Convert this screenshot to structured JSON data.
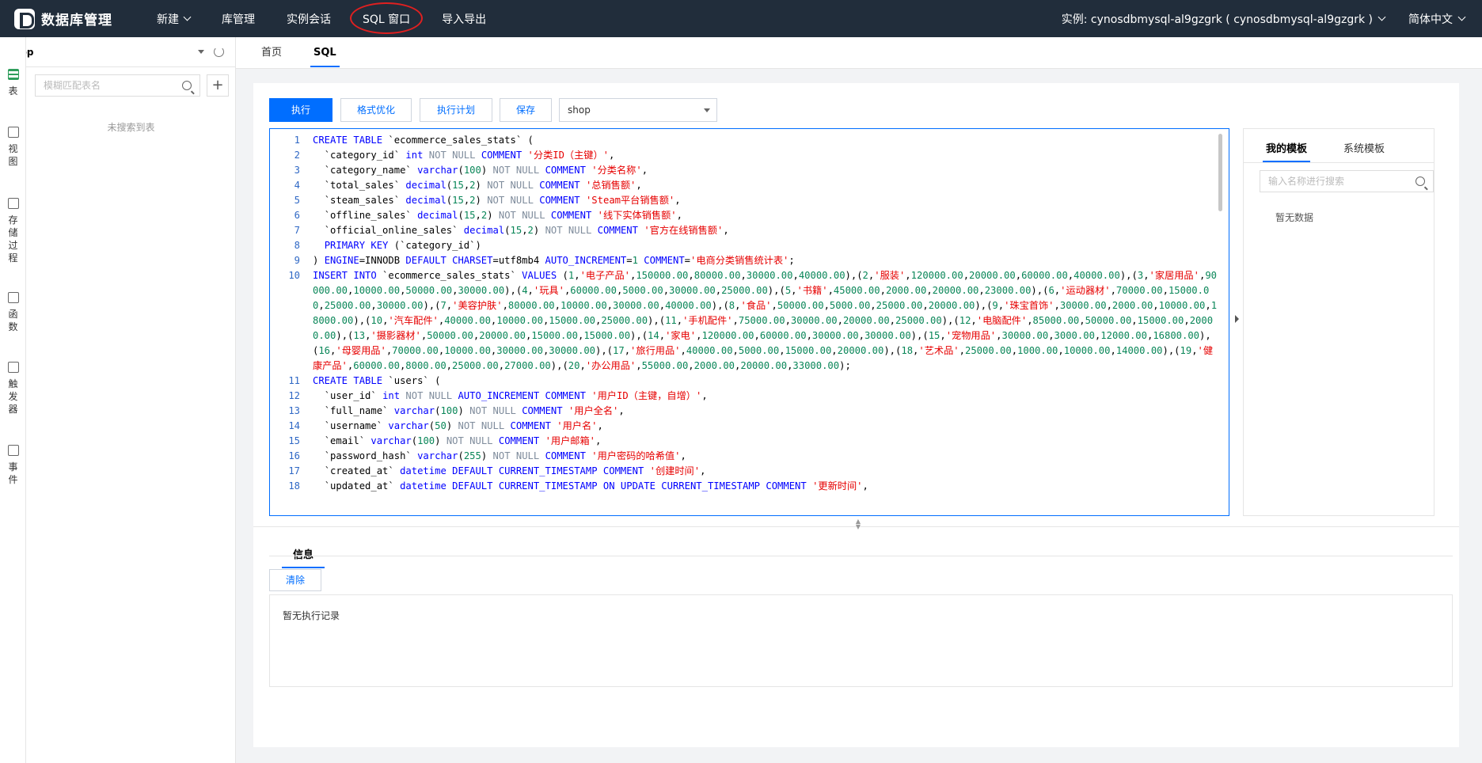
{
  "app": {
    "title": "数据库管理"
  },
  "nav": {
    "items": [
      {
        "label": "新建"
      },
      {
        "label": "库管理"
      },
      {
        "label": "实例会话"
      },
      {
        "label": "SQL 窗口"
      },
      {
        "label": "导入导出"
      }
    ],
    "instance_label": "实例: cynosdbmysql-al9gzgrk ( cynosdbmysql-al9gzgrk )",
    "language": "简体中文"
  },
  "rail": {
    "items": [
      {
        "label": [
          "表"
        ]
      },
      {
        "label": [
          "视",
          "图"
        ]
      },
      {
        "label": [
          "存",
          "储",
          "过",
          "程"
        ]
      },
      {
        "label": [
          "函",
          "数"
        ]
      },
      {
        "label": [
          "触",
          "发",
          "器"
        ]
      },
      {
        "label": [
          "事",
          "件"
        ]
      }
    ]
  },
  "db_panel": {
    "database": "shop",
    "search_placeholder": "模糊匹配表名",
    "add_label": "+",
    "empty_text": "未搜索到表"
  },
  "tabs": [
    {
      "label": "首页"
    },
    {
      "label": "SQL"
    }
  ],
  "toolbar": {
    "execute": "执行",
    "format": "格式优化",
    "plan": "执行计划",
    "save": "保存",
    "database": "shop"
  },
  "editor": {
    "lines": [
      {
        "n": "1",
        "html": "<span class='kw'>CREATE TABLE</span> `ecommerce_sales_stats` ("
      },
      {
        "n": "2",
        "html": "  `category_id` <span class='ty'>int</span> <span class='gr'>NOT NULL</span> <span class='kw'>COMMENT</span> <span class='st'>'分类ID（主键）'</span>,"
      },
      {
        "n": "3",
        "html": "  `category_name` <span class='ty'>varchar</span>(<span class='nm'>100</span>) <span class='gr'>NOT NULL</span> <span class='kw'>COMMENT</span> <span class='st'>'分类名称'</span>,"
      },
      {
        "n": "4",
        "html": "  `total_sales` <span class='ty'>decimal</span>(<span class='nm'>15</span>,<span class='nm'>2</span>) <span class='gr'>NOT NULL</span> <span class='kw'>COMMENT</span> <span class='st'>'总销售额'</span>,"
      },
      {
        "n": "5",
        "html": "  `steam_sales` <span class='ty'>decimal</span>(<span class='nm'>15</span>,<span class='nm'>2</span>) <span class='gr'>NOT NULL</span> <span class='kw'>COMMENT</span> <span class='st'>'Steam平台销售额'</span>,"
      },
      {
        "n": "6",
        "html": "  `offline_sales` <span class='ty'>decimal</span>(<span class='nm'>15</span>,<span class='nm'>2</span>) <span class='gr'>NOT NULL</span> <span class='kw'>COMMENT</span> <span class='st'>'线下实体销售额'</span>,"
      },
      {
        "n": "7",
        "html": "  `official_online_sales` <span class='ty'>decimal</span>(<span class='nm'>15</span>,<span class='nm'>2</span>) <span class='gr'>NOT NULL</span> <span class='kw'>COMMENT</span> <span class='st'>'官方在线销售额'</span>,"
      },
      {
        "n": "8",
        "html": "  <span class='kw'>PRIMARY KEY</span> (`category_id`)"
      },
      {
        "n": "9",
        "html": ") <span class='kw'>ENGINE</span>=INNODB <span class='kw'>DEFAULT CHARSET</span>=utf8mb4 <span class='kw'>AUTO_INCREMENT</span>=<span class='nm'>1</span> <span class='kw'>COMMENT</span>=<span class='st'>'电商分类销售统计表'</span>;"
      },
      {
        "n": "10",
        "html": "<span class='kw'>INSERT INTO</span> `ecommerce_sales_stats` <span class='kw'>VALUES</span> (<span class='nm'>1</span>,<span class='st'>'电子产品'</span>,<span class='nm'>150000.00</span>,<span class='nm'>80000.00</span>,<span class='nm'>30000.00</span>,<span class='nm'>40000.00</span>),(<span class='nm'>2</span>,<span class='st'>'服装'</span>,<span class='nm'>120000.00</span>,<span class='nm'>20000.00</span>,<span class='nm'>60000.00</span>,<span class='nm'>40000.00</span>),(<span class='nm'>3</span>,<span class='st'>'家居用品'</span>,<span class='nm'>90000.00</span>,<span class='nm'>10000.00</span>,<span class='nm'>50000.00</span>,<span class='nm'>30000.00</span>),(<span class='nm'>4</span>,<span class='st'>'玩具'</span>,<span class='nm'>60000.00</span>,<span class='nm'>5000.00</span>,<span class='nm'>30000.00</span>,<span class='nm'>25000.00</span>),(<span class='nm'>5</span>,<span class='st'>'书籍'</span>,<span class='nm'>45000.00</span>,<span class='nm'>2000.00</span>,<span class='nm'>20000.00</span>,<span class='nm'>23000.00</span>),(<span class='nm'>6</span>,<span class='st'>'运动器材'</span>,<span class='nm'>70000.00</span>,<span class='nm'>15000.00</span>,<span class='nm'>25000.00</span>,<span class='nm'>30000.00</span>),(<span class='nm'>7</span>,<span class='st'>'美容护肤'</span>,<span class='nm'>80000.00</span>,<span class='nm'>10000.00</span>,<span class='nm'>30000.00</span>,<span class='nm'>40000.00</span>),(<span class='nm'>8</span>,<span class='st'>'食品'</span>,<span class='nm'>50000.00</span>,<span class='nm'>5000.00</span>,<span class='nm'>25000.00</span>,<span class='nm'>20000.00</span>),(<span class='nm'>9</span>,<span class='st'>'珠宝首饰'</span>,<span class='nm'>30000.00</span>,<span class='nm'>2000.00</span>,<span class='nm'>10000.00</span>,<span class='nm'>18000.00</span>),(<span class='nm'>10</span>,<span class='st'>'汽车配件'</span>,<span class='nm'>40000.00</span>,<span class='nm'>10000.00</span>,<span class='nm'>15000.00</span>,<span class='nm'>25000.00</span>),(<span class='nm'>11</span>,<span class='st'>'手机配件'</span>,<span class='nm'>75000.00</span>,<span class='nm'>30000.00</span>,<span class='nm'>20000.00</span>,<span class='nm'>25000.00</span>),(<span class='nm'>12</span>,<span class='st'>'电脑配件'</span>,<span class='nm'>85000.00</span>,<span class='nm'>50000.00</span>,<span class='nm'>15000.00</span>,<span class='nm'>20000.00</span>),(<span class='nm'>13</span>,<span class='st'>'摄影器材'</span>,<span class='nm'>50000.00</span>,<span class='nm'>20000.00</span>,<span class='nm'>15000.00</span>,<span class='nm'>15000.00</span>),(<span class='nm'>14</span>,<span class='st'>'家电'</span>,<span class='nm'>120000.00</span>,<span class='nm'>60000.00</span>,<span class='nm'>30000.00</span>,<span class='nm'>30000.00</span>),(<span class='nm'>15</span>,<span class='st'>'宠物用品'</span>,<span class='nm'>30000.00</span>,<span class='nm'>3000.00</span>,<span class='nm'>12000.00</span>,<span class='nm'>16800.00</span>),(<span class='nm'>16</span>,<span class='st'>'母婴用品'</span>,<span class='nm'>70000.00</span>,<span class='nm'>10000.00</span>,<span class='nm'>30000.00</span>,<span class='nm'>30000.00</span>),(<span class='nm'>17</span>,<span class='st'>'旅行用品'</span>,<span class='nm'>40000.00</span>,<span class='nm'>5000.00</span>,<span class='nm'>15000.00</span>,<span class='nm'>20000.00</span>),(<span class='nm'>18</span>,<span class='st'>'艺术品'</span>,<span class='nm'>25000.00</span>,<span class='nm'>1000.00</span>,<span class='nm'>10000.00</span>,<span class='nm'>14000.00</span>),(<span class='nm'>19</span>,<span class='st'>'健康产品'</span>,<span class='nm'>60000.00</span>,<span class='nm'>8000.00</span>,<span class='nm'>25000.00</span>,<span class='nm'>27000.00</span>),(<span class='nm'>20</span>,<span class='st'>'办公用品'</span>,<span class='nm'>55000.00</span>,<span class='nm'>2000.00</span>,<span class='nm'>20000.00</span>,<span class='nm'>33000.00</span>);"
      },
      {
        "n": "11",
        "html": "<span class='kw'>CREATE TABLE</span> `users` ("
      },
      {
        "n": "12",
        "html": "  `user_id` <span class='ty'>int</span> <span class='gr'>NOT NULL</span> <span class='kw'>AUTO_INCREMENT</span> <span class='kw'>COMMENT</span> <span class='st'>'用户ID（主键，自增）'</span>,"
      },
      {
        "n": "13",
        "html": "  `full_name` <span class='ty'>varchar</span>(<span class='nm'>100</span>) <span class='gr'>NOT NULL</span> <span class='kw'>COMMENT</span> <span class='st'>'用户全名'</span>,"
      },
      {
        "n": "14",
        "html": "  `username` <span class='ty'>varchar</span>(<span class='nm'>50</span>) <span class='gr'>NOT NULL</span> <span class='kw'>COMMENT</span> <span class='st'>'用户名'</span>,"
      },
      {
        "n": "15",
        "html": "  `email` <span class='ty'>varchar</span>(<span class='nm'>100</span>) <span class='gr'>NOT NULL</span> <span class='kw'>COMMENT</span> <span class='st'>'用户邮箱'</span>,"
      },
      {
        "n": "16",
        "html": "  `password_hash` <span class='ty'>varchar</span>(<span class='nm'>255</span>) <span class='gr'>NOT NULL</span> <span class='kw'>COMMENT</span> <span class='st'>'用户密码的哈希值'</span>,"
      },
      {
        "n": "17",
        "html": "  `created_at` <span class='ty'>datetime</span> <span class='kw'>DEFAULT CURRENT_TIMESTAMP</span> <span class='kw'>COMMENT</span> <span class='st'>'创建时间'</span>,"
      },
      {
        "n": "18",
        "html": "  `updated_at` <span class='ty'>datetime</span> <span class='kw'>DEFAULT CURRENT_TIMESTAMP ON UPDATE CURRENT_TIMESTAMP</span> <span class='kw'>COMMENT</span> <span class='st'>'更新时间'</span>,"
      }
    ]
  },
  "templates": {
    "tab_mine": "我的模板",
    "tab_system": "系统模板",
    "search_placeholder": "输入名称进行搜索",
    "empty_text": "暂无数据"
  },
  "info": {
    "tab": "信息",
    "clear": "清除",
    "empty_text": "暂无执行记录"
  }
}
